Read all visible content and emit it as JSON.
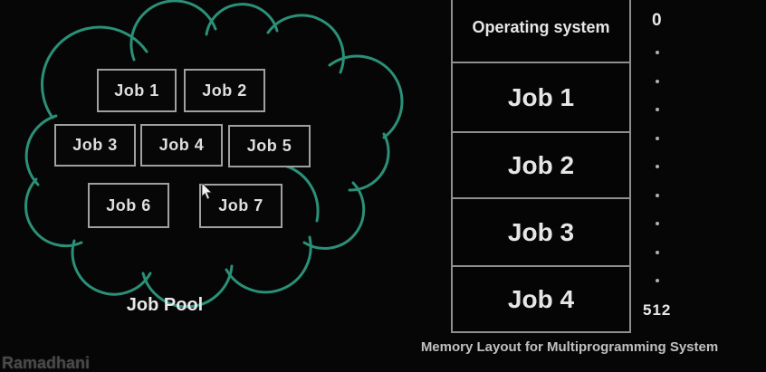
{
  "colors": {
    "background": "#060606",
    "cloud_stroke": "#2b9078",
    "box_border": "#a0a0a0",
    "memory_border": "#8f8f8f",
    "text_primary": "#e6e6e6",
    "caption_text": "#c0c0c0",
    "watermark_text": "#4a4a4a"
  },
  "cloud": {
    "label": "Job Pool",
    "jobs": [
      "Job 1",
      "Job 2",
      "Job 3",
      "Job 4",
      "Job 5",
      "Job 6",
      "Job 7"
    ]
  },
  "memory": {
    "rows": [
      "Operating system",
      "Job 1",
      "Job 2",
      "Job 3",
      "Job 4"
    ],
    "addr_top": "0",
    "addr_bottom": "512",
    "dots_count": 9,
    "caption": "Memory Layout for Multiprogramming System"
  },
  "watermark": "Ramadhani"
}
